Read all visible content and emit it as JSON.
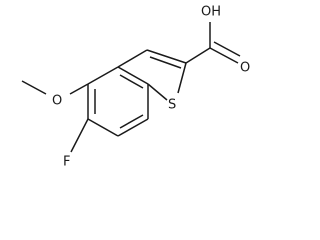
{
  "molecule": {
    "atoms": {
      "carboxyl_hydroxyl": "OH",
      "carbonyl_oxygen": "O",
      "sulfur": "S",
      "methoxy_oxygen": "O",
      "fluorine": "F"
    }
  }
}
